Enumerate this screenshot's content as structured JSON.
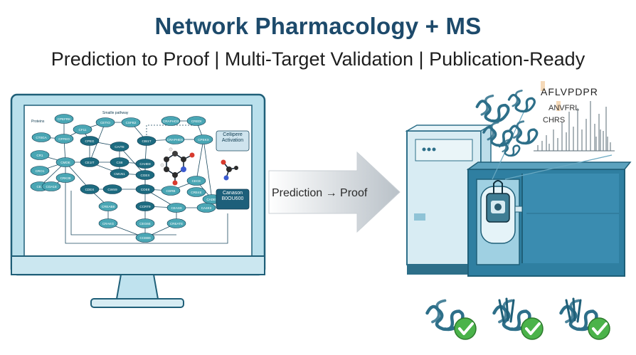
{
  "header": {
    "title": "Network Pharmacology + MS",
    "subtitle": "Prediction to Proof | Multi-Target Validation | Publication-Ready"
  },
  "arrow": {
    "label": "Prediction → Proof"
  },
  "network": {
    "label_proteins": "Proteins",
    "label_pathway": "Smaille pathway",
    "box_activation": "Cellipere Activation",
    "box_canason": "Canason B0OU600",
    "nodes": [
      "CPEFRK",
      "CFFEO",
      "CT0GA",
      "CF11",
      "CR1",
      "CMDE",
      "CRO1",
      "CE1",
      "CPEG",
      "CE1IT",
      "CETIO",
      "CSFB2",
      "CBI1T",
      "CRAPHO3",
      "CREDI",
      "CRAPHES",
      "CPEKX",
      "CAITE",
      "CS8",
      "CM1N1",
      "CAHE8",
      "CGEX",
      "COE8",
      "CDRB",
      "CECE",
      "CADE9",
      "CDEX",
      "CWS9",
      "CCRT9",
      "CREAB8",
      "CEAS9",
      "CA4K9",
      "CREATE",
      "CEG6E",
      "CRAKG",
      "CCEB9",
      "CRK38",
      "COA18",
      "CRE4E"
    ]
  },
  "peptides": [
    "AFLVPDPR",
    "ANVFRL",
    "CHRS"
  ],
  "colors": {
    "title": "#1d4a6b",
    "teal": "#2f8a9c",
    "dark_teal": "#1d6b80",
    "monitor_frame": "#2e8aa6",
    "check_green": "#4bb34a"
  },
  "icons": [
    "monitor-icon",
    "network-diagram-icon",
    "molecule-icon",
    "arrow-right-icon",
    "mass-spectrometer-icon",
    "protein-structure-icon",
    "mass-spectrum-icon",
    "checkmark-icon"
  ]
}
